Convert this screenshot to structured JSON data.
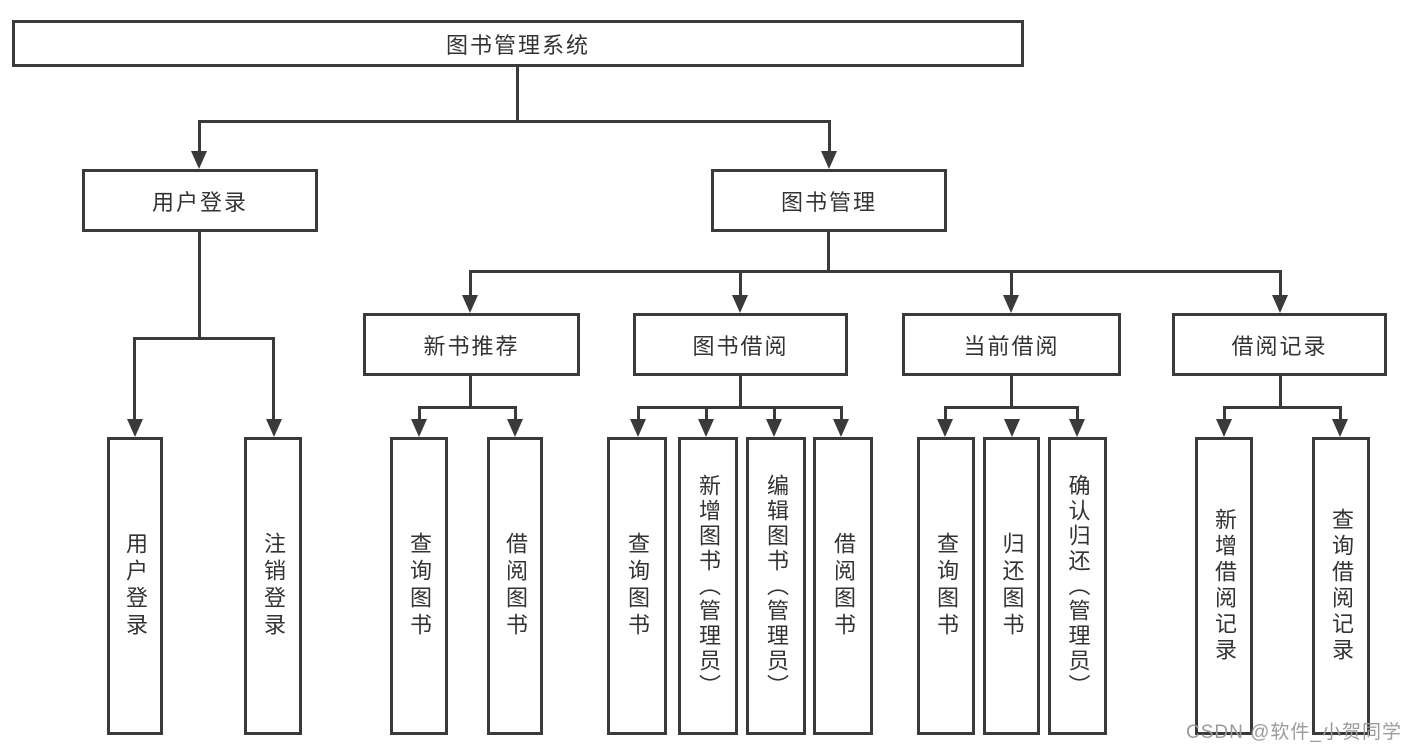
{
  "diagram": {
    "title": "图书管理系统",
    "branches": {
      "user_login": {
        "label": "用户登录",
        "children": [
          "用户登录",
          "注销登录"
        ]
      },
      "book_management": {
        "label": "图书管理"
      }
    },
    "modules": [
      {
        "label": "新书推荐",
        "children": [
          "查询图书",
          "借阅图书"
        ]
      },
      {
        "label": "图书借阅",
        "children": [
          "查询图书",
          "新增图书（管理员）",
          "编辑图书（管理员）",
          "借阅图书"
        ]
      },
      {
        "label": "当前借阅",
        "children": [
          "查询图书",
          "归还图书",
          "确认归还（管理员）"
        ]
      },
      {
        "label": "借阅记录",
        "children": [
          "新增借阅记录",
          "查询借阅记录"
        ]
      }
    ]
  },
  "watermark": {
    "text": "CSDN @软件_小贺同学"
  },
  "colors": {
    "line": "#3a3a3a",
    "text": "#333333",
    "watermark_text": "#9b9b9b",
    "background": "#ffffff"
  }
}
